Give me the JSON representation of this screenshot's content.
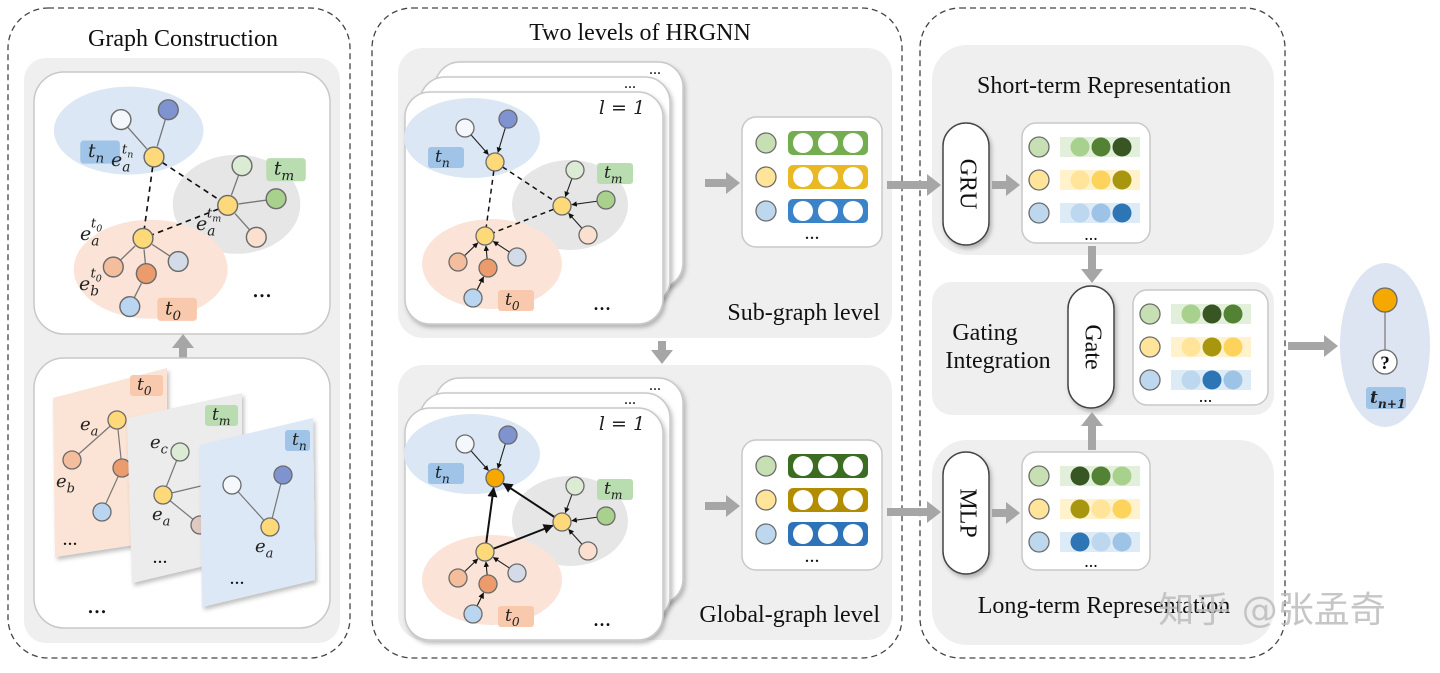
{
  "construction": {
    "title": "Graph Construction",
    "ellipsis": "..."
  },
  "hrgnn": {
    "title": "Two levels of HRGNN",
    "sub_level_label": "Sub-graph level",
    "global_level_label": "Global-graph level",
    "layer_label": "l = 1",
    "ellipsis": "..."
  },
  "temporal": {
    "short_title": "Short-term Representation",
    "gating_title_line1": "Gating",
    "gating_title_line2": "Integration",
    "long_title": "Long-term Representation",
    "gru_label": "GRU",
    "gate_label": "Gate",
    "mlp_label": "MLP",
    "ellipsis": "..."
  },
  "labels": {
    "t0": {
      "base": "t",
      "sub": "0"
    },
    "tm": {
      "base": "t",
      "sub": "m"
    },
    "tn": {
      "base": "t",
      "sub": "n"
    },
    "tn1": {
      "base": "t",
      "sub": "n+1"
    },
    "ea": {
      "base": "e",
      "sub": "a"
    },
    "eb": {
      "base": "e",
      "sub": "b"
    },
    "ec": {
      "base": "e",
      "sub": "c"
    },
    "ea_tn": {
      "base": "e",
      "sub": "a",
      "sup": "t",
      "supsub": "n"
    },
    "ea_tm": {
      "base": "e",
      "sub": "a",
      "sup": "t",
      "supsub": "m"
    },
    "ea_t0": {
      "base": "e",
      "sub": "a",
      "sup": "t",
      "supsub": "0"
    },
    "eb_t0": {
      "base": "e",
      "sub": "b",
      "sup": "t",
      "supsub": "0"
    }
  },
  "output": {
    "question_mark": "?"
  },
  "watermark": "知乎 @张孟奇",
  "colors": {
    "blue_region": "#dbe7f4",
    "gray_region": "#e6e6e6",
    "orange_region": "#fbe4d7",
    "tn_tag": "#9fc4e8",
    "tm_tag": "#b9dcb0",
    "t0_tag": "#f8c9ad",
    "node_yellow": "#fdd97a",
    "node_orange_active": "#f5a800",
    "node_white": "#f4f7fb",
    "node_blue_dark": "#7f93d1",
    "node_green_light": "#dcebd3",
    "node_green": "#a9d18e",
    "node_peach": "#fbe0d0",
    "node_orange_light": "#f4bd9b",
    "node_orange": "#ec9c6c",
    "node_gray_blue": "#d2dbe7",
    "node_blue_light": "#b9d5f0",
    "sub_bars": [
      "#74ad4f",
      "#e8b923",
      "#3b83c8"
    ],
    "global_bars": [
      "#3c6b22",
      "#b38d00",
      "#2e72b8"
    ],
    "entity_nodes": [
      "#c6e0b4",
      "#ffe49a",
      "#bdd7ee"
    ],
    "bands": [
      "#e2efda",
      "#fff2cc",
      "#ddebf7"
    ],
    "short_term": [
      [
        "#a9d18e",
        "#548235",
        "#375623"
      ],
      [
        "#ffe49a",
        "#fdd35c",
        "#a8960f"
      ],
      [
        "#bdd7ee",
        "#9dc3e6",
        "#2e75b6"
      ]
    ],
    "gated": [
      [
        "#a9d18e",
        "#375623",
        "#548235"
      ],
      [
        "#ffe49a",
        "#a8960f",
        "#fdd35c"
      ],
      [
        "#bdd7ee",
        "#2e75b6",
        "#9dc3e6"
      ]
    ],
    "long_term": [
      [
        "#375623",
        "#548235",
        "#a9d18e"
      ],
      [
        "#a8960f",
        "#ffe49a",
        "#fdd35c"
      ],
      [
        "#2e75b6",
        "#bdd7ee",
        "#9dc3e6"
      ]
    ],
    "output_region": "#dde4f2",
    "arrow_gray": "#a6a6a6"
  }
}
